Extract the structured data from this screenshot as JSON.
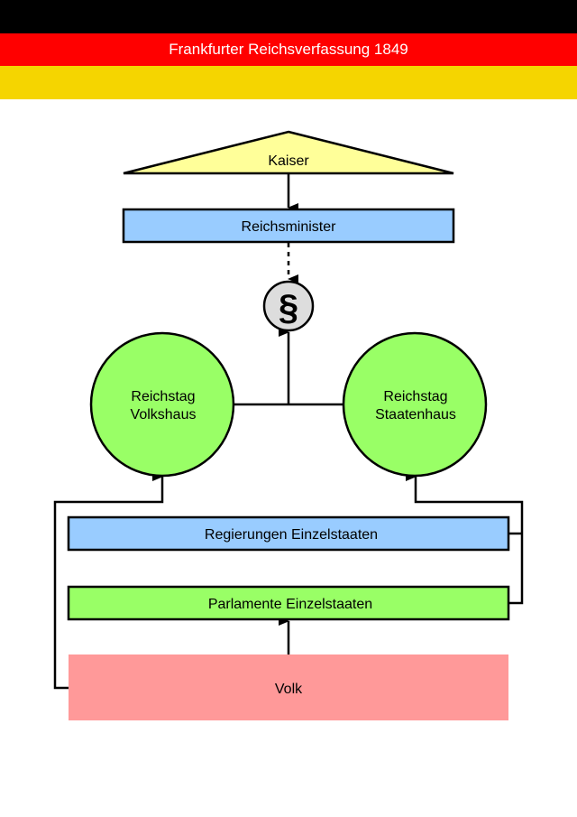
{
  "header": {
    "title": "Frankfurter Reichsverfassung 1849"
  },
  "colors": {
    "flag_black": "#000000",
    "flag_red": "#ff0000",
    "flag_gold": "#f5d500",
    "kaiser_fill": "#ffff99",
    "ministry_fill": "#99ccff",
    "reichstag_fill": "#99ff66",
    "law_fill": "#dddddd",
    "volk_fill": "#ff9999"
  },
  "nodes": {
    "kaiser": "Kaiser",
    "reichsminister": "Reichsminister",
    "law_symbol": "§",
    "volkshaus_line1": "Reichstag",
    "volkshaus_line2": "Volkshaus",
    "staatenhaus_line1": "Reichstag",
    "staatenhaus_line2": "Staatenhaus",
    "regierungen": "Regierungen Einzelstaaten",
    "parlamente": "Parlamente Einzelstaaten",
    "volk": "Volk"
  },
  "icons": {
    "law": "paragraph-sign-icon"
  }
}
